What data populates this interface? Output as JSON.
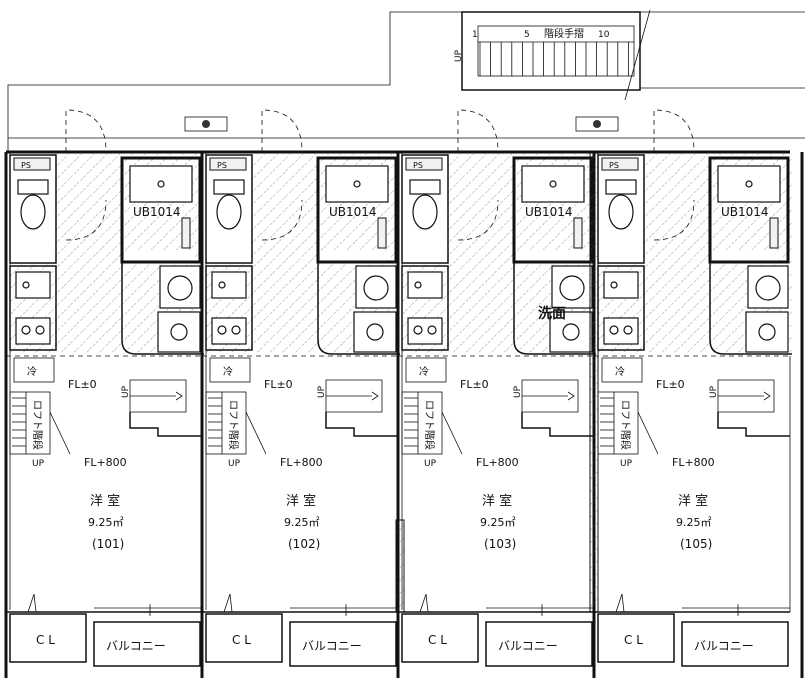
{
  "stair": {
    "up_label": "UP",
    "handrail_label": "階段手摺",
    "step_marks": [
      "1",
      "5",
      "10"
    ]
  },
  "units": [
    {
      "room_number": "(101)",
      "room_name": "洋 室",
      "room_area": "9.25㎡",
      "bath_label": "UB1014",
      "entry_level": "FL±0",
      "room_level": "FL+800",
      "loft_stair_label": "ロフト階段",
      "entry_up_label": "UP",
      "loft_up_label": "UP",
      "closet_label": "C L",
      "balcony_label": "バルコニー",
      "ps_label": "PS",
      "fridge_label": "冷",
      "wash_label": ""
    },
    {
      "room_number": "(102)",
      "room_name": "洋 室",
      "room_area": "9.25㎡",
      "bath_label": "UB1014",
      "entry_level": "FL±0",
      "room_level": "FL+800",
      "loft_stair_label": "ロフト階段",
      "entry_up_label": "UP",
      "loft_up_label": "UP",
      "closet_label": "C L",
      "balcony_label": "バルコニー",
      "ps_label": "PS",
      "fridge_label": "冷",
      "wash_label": ""
    },
    {
      "room_number": "(103)",
      "room_name": "洋 室",
      "room_area": "9.25㎡",
      "bath_label": "UB1014",
      "entry_level": "FL±0",
      "room_level": "FL+800",
      "loft_stair_label": "ロフト階段",
      "entry_up_label": "UP",
      "loft_up_label": "UP",
      "closet_label": "C L",
      "balcony_label": "バルコニー",
      "ps_label": "PS",
      "fridge_label": "冷",
      "wash_label": "洗面"
    },
    {
      "room_number": "(105)",
      "room_name": "洋 室",
      "room_area": "9.25㎡",
      "bath_label": "UB1014",
      "entry_level": "FL±0",
      "room_level": "FL+800",
      "loft_stair_label": "ロフト階段",
      "entry_up_label": "UP",
      "loft_up_label": "UP",
      "closet_label": "C L",
      "balcony_label": "バルコニー",
      "ps_label": "PS",
      "fridge_label": "冷",
      "wash_label": ""
    }
  ]
}
